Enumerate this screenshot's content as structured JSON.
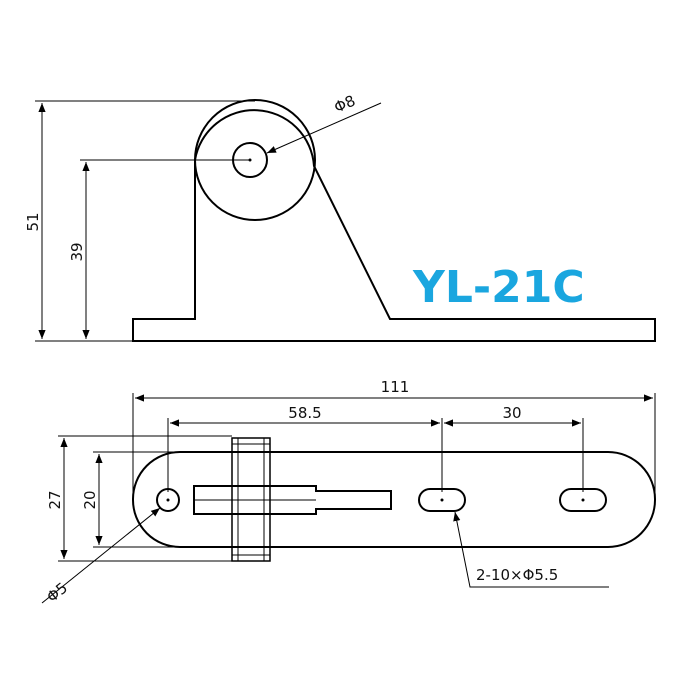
{
  "model_label": "YL-21C",
  "colors": {
    "model_label": "#1aa6df",
    "line": "#000000",
    "background": "#ffffff"
  },
  "side_view": {
    "dim_height_total": "51",
    "dim_hole_height": "39",
    "dim_hole_diameter": "Φ8"
  },
  "top_view": {
    "dim_length_total": "111",
    "dim_hole_spacing_1": "58.5",
    "dim_hole_spacing_2": "30",
    "dim_width_total": "27",
    "dim_width_inner": "20",
    "dim_pin_hole": "Φ5",
    "dim_slots_note": "2-10×Φ5.5"
  }
}
